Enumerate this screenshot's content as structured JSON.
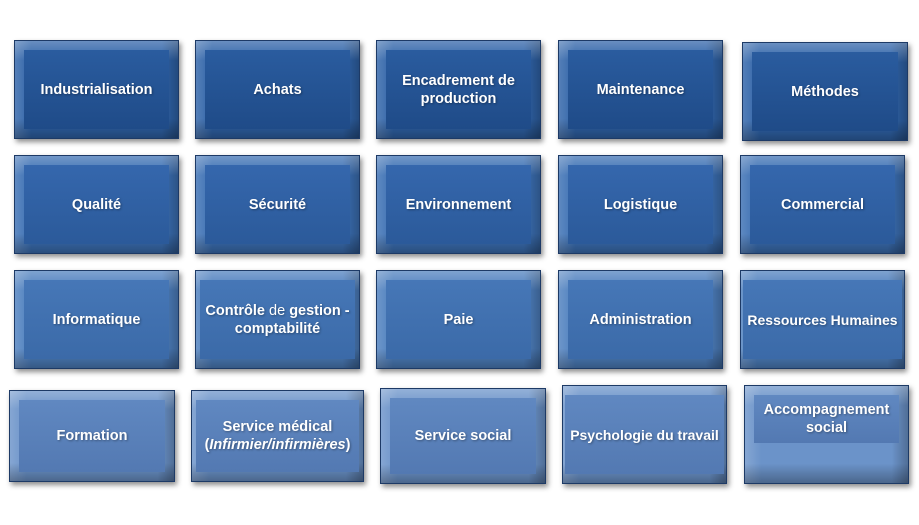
{
  "rows": [
    [
      "Industrialisation",
      "Achats",
      "Encadrement de production",
      "Maintenance",
      "Méthodes"
    ],
    [
      "Qualité",
      "Sécurité",
      "Environnement",
      "Logistique",
      "Commercial"
    ],
    [
      "Informatique",
      "Contrôle de gestion - comptabilité",
      "Paie",
      "Administration",
      "Ressources Humaines"
    ],
    [
      "Formation",
      "Service médical (Infirmier/infirmières)",
      "Service social",
      "Psychologie du travail",
      "Accompagnement social"
    ]
  ],
  "special": {
    "controle_part1": "Contrôle",
    "controle_part2": " de ",
    "controle_part3": "gestion -",
    "controle_line2": "comptabilité",
    "medical_line1": "Service médical",
    "medical_paren_open": "(",
    "medical_italic": "Infirmier/infirmières",
    "medical_paren_close": ")"
  }
}
